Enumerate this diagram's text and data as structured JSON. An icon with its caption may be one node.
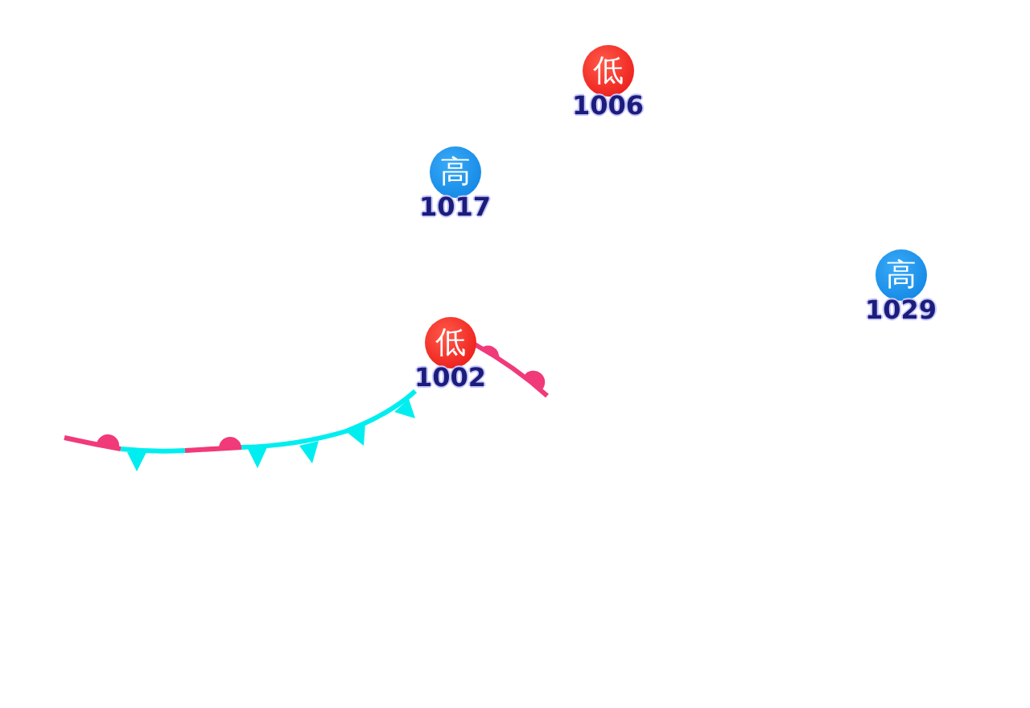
{
  "diagram": {
    "nodes": [
      {
        "text": [
          "低"
        ],
        "beside": [
          "1006"
        ]
      },
      {
        "text": [
          "高"
        ],
        "beside": [
          "1017"
        ]
      },
      {
        "text": [
          "高"
        ],
        "beside": [
          "1029"
        ]
      },
      {
        "text": [
          "低"
        ],
        "beside": [
          "1002"
        ]
      }
    ]
  }
}
